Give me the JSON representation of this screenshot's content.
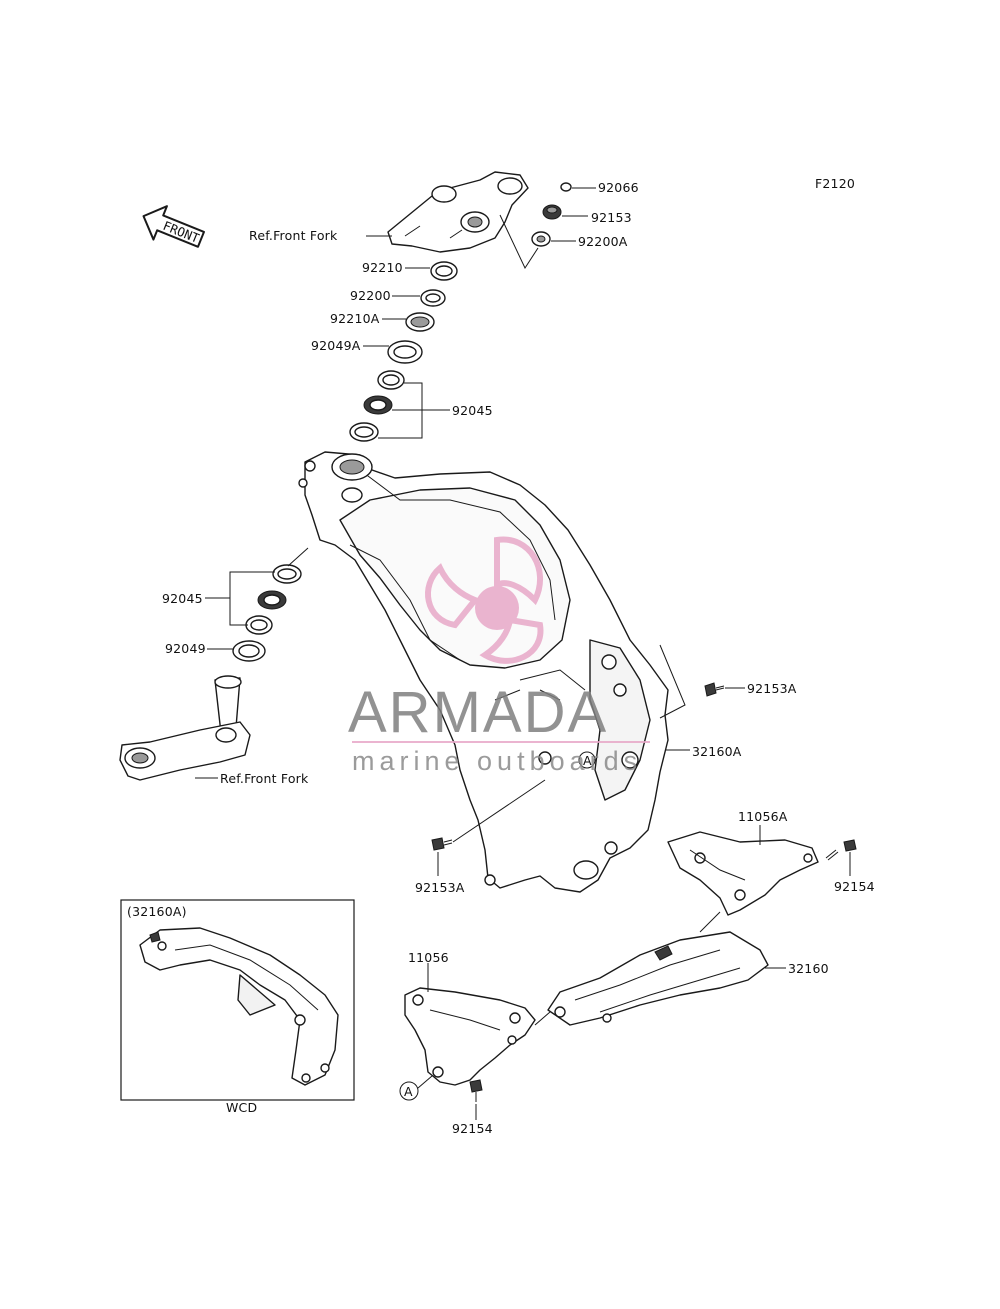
{
  "diagram_code": "F2120",
  "front_arrow_label": "FRONT",
  "watermark": {
    "brand": "ARMADA",
    "tagline": "marine outboards",
    "colors": {
      "brand": "#7f7f7f",
      "logo_pink": "#e8a8c8",
      "logo_dark_pink": "#d66aa6"
    }
  },
  "labels": {
    "ref_front_fork_top": "Ref.Front Fork",
    "ref_front_fork_bottom": "Ref.Front Fork",
    "p92066": "92066",
    "p92153": "92153",
    "p92200A": "92200A",
    "p92210": "92210",
    "p92200": "92200",
    "p92210A": "92210A",
    "p92049A": "92049A",
    "p92045_top": "92045",
    "p92045_left": "92045",
    "p92049": "92049",
    "p92153A_right": "92153A",
    "p32160A": "32160A",
    "p92153A_bottom": "92153A",
    "p11056A": "11056A",
    "p92154_right": "92154",
    "p32160": "32160",
    "p11056": "11056",
    "p92154_bottom": "92154",
    "marker_a": "A",
    "marker_a2": "A"
  },
  "inset": {
    "title": "(32160A)",
    "caption": "WCD"
  }
}
